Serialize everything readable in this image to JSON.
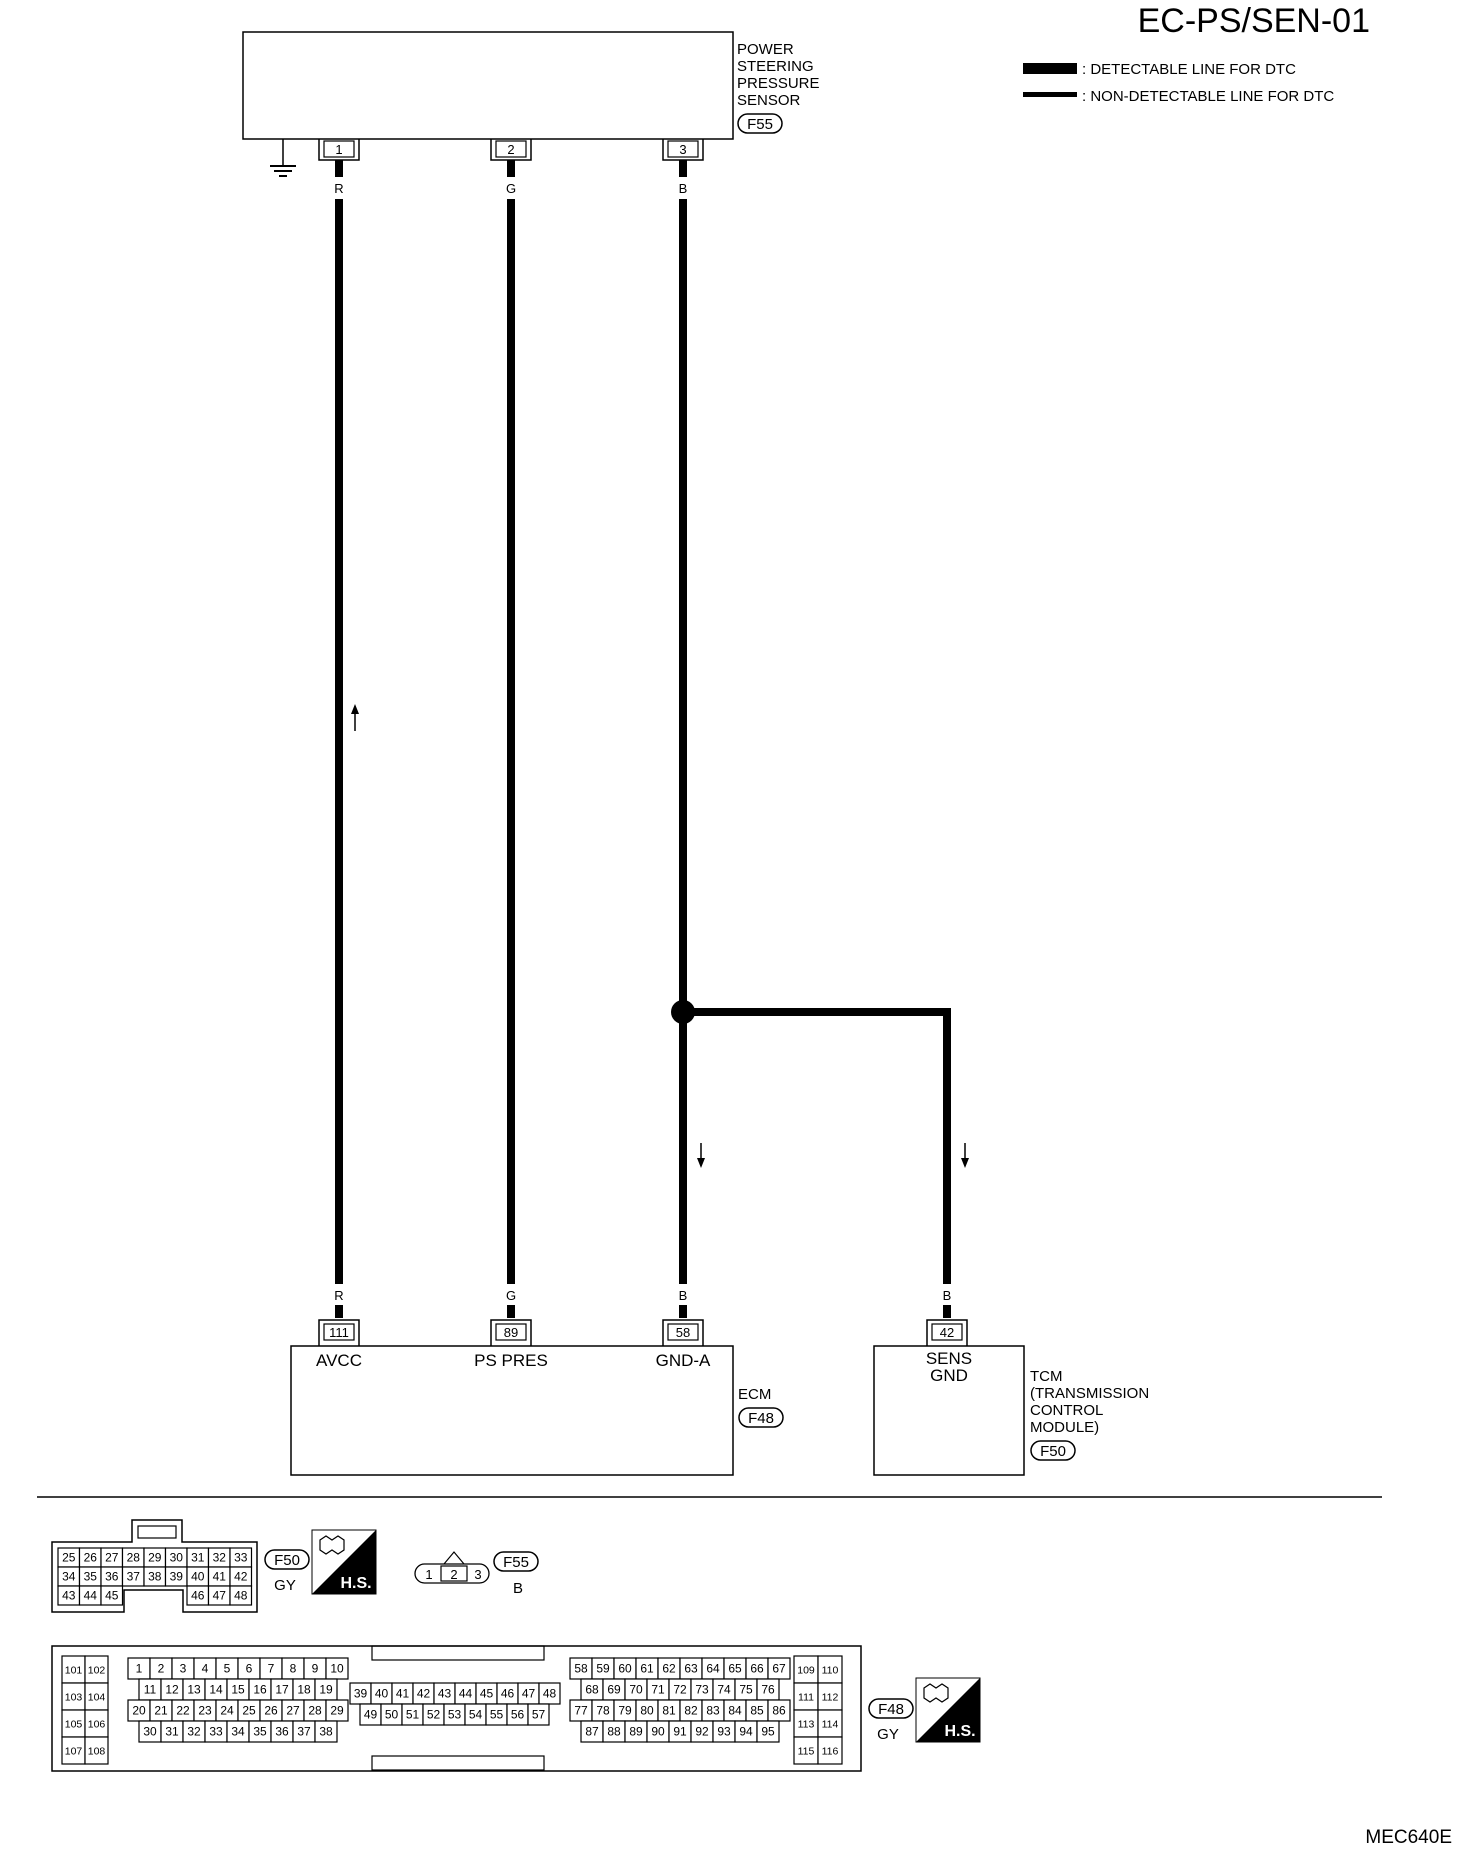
{
  "title": "EC-PS/SEN-01",
  "legend": {
    "detectable": ": DETECTABLE LINE FOR DTC",
    "non_detectable": ": NON-DETECTABLE LINE FOR DTC"
  },
  "sensor": {
    "name_lines": [
      "POWER",
      "STEERING",
      "PRESSURE",
      "SENSOR"
    ],
    "connector": "F55",
    "pins": [
      "1",
      "2",
      "3"
    ],
    "colors": [
      "R",
      "G",
      "B"
    ]
  },
  "ecm": {
    "name": "ECM",
    "connector": "F48",
    "pins": [
      "111",
      "89",
      "58"
    ],
    "colors": [
      "R",
      "G",
      "B"
    ],
    "terminal_labels": [
      "AVCC",
      "PS PRES",
      "GND-A"
    ]
  },
  "tcm": {
    "name_lines": [
      "TCM",
      "(TRANSMISSION",
      "CONTROL",
      "MODULE)"
    ],
    "connector": "F50",
    "pin": "42",
    "color": "B",
    "terminal_lines": [
      "SENS",
      "GND"
    ]
  },
  "views": {
    "f50": {
      "code": "F50",
      "color": "GY",
      "hs": "H.S.",
      "rows": [
        [
          "25",
          "26",
          "27",
          "28",
          "29",
          "30",
          "31",
          "32",
          "33"
        ],
        [
          "34",
          "35",
          "36",
          "37",
          "38",
          "39",
          "40",
          "41",
          "42"
        ],
        [
          "43",
          "44",
          "45",
          "",
          "",
          "",
          "46",
          "47",
          "48"
        ]
      ]
    },
    "f55": {
      "code": "F55",
      "color": "B",
      "pins": [
        "1",
        "2",
        "3"
      ]
    },
    "f48": {
      "code": "F48",
      "color": "GY",
      "hs": "H.S.",
      "left_block": [
        [
          "101",
          "102"
        ],
        [
          "103",
          "104"
        ],
        [
          "105",
          "106"
        ],
        [
          "107",
          "108"
        ]
      ],
      "block_a": [
        [
          "1",
          "2",
          "3",
          "4",
          "5",
          "6",
          "7",
          "8",
          "9",
          "10"
        ],
        [
          "11",
          "12",
          "13",
          "14",
          "15",
          "16",
          "17",
          "18",
          "19"
        ],
        [
          "20",
          "21",
          "22",
          "23",
          "24",
          "25",
          "26",
          "27",
          "28",
          "29"
        ],
        [
          "30",
          "31",
          "32",
          "33",
          "34",
          "35",
          "36",
          "37",
          "38"
        ]
      ],
      "block_b": [
        [
          "39",
          "40",
          "41",
          "42",
          "43",
          "44",
          "45",
          "46",
          "47",
          "48"
        ],
        [
          "49",
          "50",
          "51",
          "52",
          "53",
          "54",
          "55",
          "56",
          "57"
        ]
      ],
      "block_c": [
        [
          "58",
          "59",
          "60",
          "61",
          "62",
          "63",
          "64",
          "65",
          "66",
          "67"
        ],
        [
          "68",
          "69",
          "70",
          "71",
          "72",
          "73",
          "74",
          "75",
          "76"
        ],
        [
          "77",
          "78",
          "79",
          "80",
          "81",
          "82",
          "83",
          "84",
          "85",
          "86"
        ],
        [
          "87",
          "88",
          "89",
          "90",
          "91",
          "92",
          "93",
          "94",
          "95"
        ]
      ],
      "right_block": [
        [
          "109",
          "110"
        ],
        [
          "111",
          "112"
        ],
        [
          "113",
          "114"
        ],
        [
          "115",
          "116"
        ]
      ]
    }
  },
  "figure_code": "MEC640E"
}
